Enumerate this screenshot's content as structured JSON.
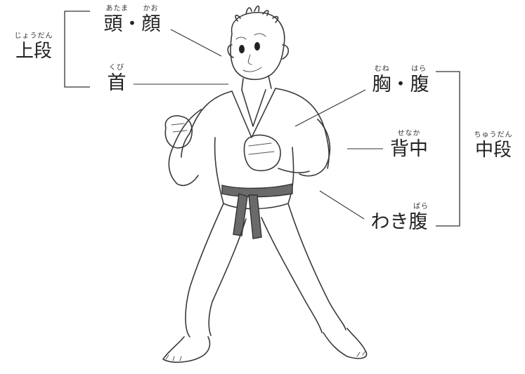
{
  "labels": {
    "head_face": {
      "ruby_a": "あたま",
      "ruby_b": "かお",
      "text": "頭・顔"
    },
    "neck": {
      "ruby": "くび",
      "text": "首"
    },
    "chest_belly": {
      "ruby_a": "むね",
      "ruby_b": "はら",
      "text": "胸・腹"
    },
    "back": {
      "ruby": "せなか",
      "text": "背中"
    },
    "flank": {
      "ruby": "ばら",
      "text": "わき腹"
    }
  },
  "groups": {
    "upper": {
      "ruby": "じょうだん",
      "text": "上段"
    },
    "middle": {
      "ruby": "ちゅうだん",
      "text": "中段"
    }
  },
  "icons": {
    "figure": "karate-fighter-sketch-icon"
  }
}
